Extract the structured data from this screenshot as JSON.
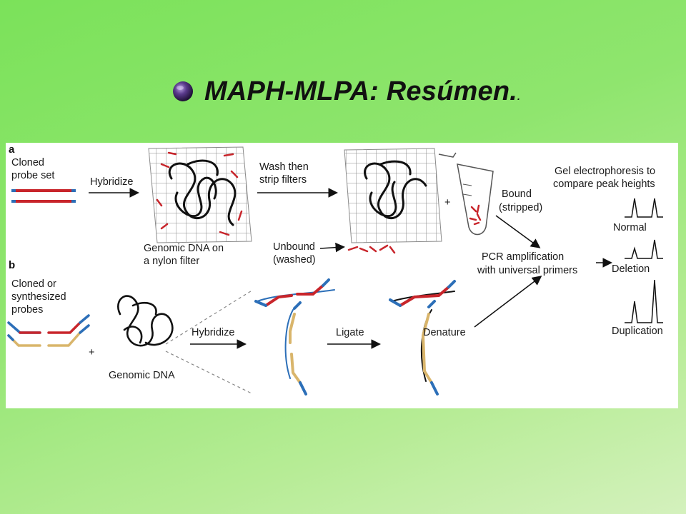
{
  "slide": {
    "title": "MAPH-MLPA: Resúmen.",
    "title_trailing": ".",
    "bullet_icon": "sphere-bullet-icon",
    "bullet_color": "#5a3a8c"
  },
  "figure": {
    "panel_a": {
      "letter": "a",
      "cloned_probe_set": [
        "Cloned",
        "probe set"
      ],
      "hybridize": "Hybridize",
      "genomic_dna_filter": [
        "Genomic DNA on",
        "a nylon filter"
      ],
      "wash": [
        "Wash then",
        "strip filters"
      ],
      "unbound": [
        "Unbound",
        "(washed)"
      ],
      "plus": "+",
      "bound": [
        "Bound",
        "(stripped)"
      ],
      "gel": [
        "Gel electrophoresis to",
        "compare peak heights"
      ]
    },
    "panel_b": {
      "letter": "b",
      "cloned_synth": [
        "Cloned or",
        "synthesized",
        "probes"
      ],
      "plus": "+",
      "genomic_dna": "Genomic DNA",
      "hybridize": "Hybridize",
      "ligate": "Ligate",
      "denature": "Denature"
    },
    "pcr": [
      "PCR amplification",
      "with universal primers"
    ],
    "results": {
      "normal": "Normal",
      "deletion": "Deletion",
      "duplication": "Duplication"
    },
    "colors": {
      "red": "#c8252b",
      "blue": "#2c6fb8",
      "tan": "#d9b56b",
      "black": "#111111",
      "grid": "#8a8a8a"
    }
  }
}
